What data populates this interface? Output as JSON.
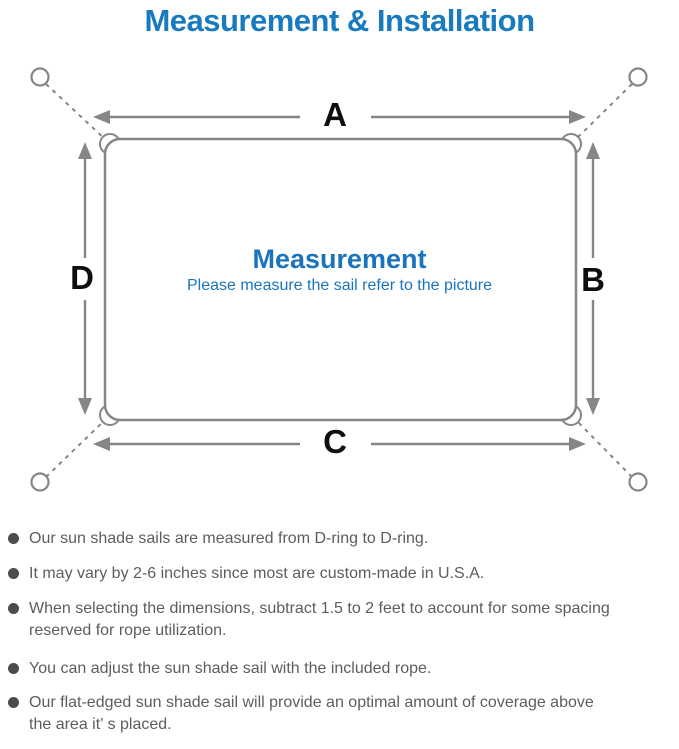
{
  "title": "Measurement & Installation",
  "colors": {
    "title_blue": "#187abf",
    "center_blue": "#1a74bd",
    "line_gray": "#868686",
    "text_gray": "#5d5d5d",
    "label_black": "#0e0e0e"
  },
  "diagram": {
    "labels": {
      "top": "A",
      "right": "B",
      "bottom": "C",
      "left": "D"
    },
    "center_title": "Measurement",
    "center_subtitle": "Please measure the sail refer to the picture"
  },
  "notes": [
    "Our sun shade sails are measured from D-ring to D-ring.",
    "It may vary by 2-6 inches since most are custom-made in U.S.A.",
    "When selecting the dimensions, subtract 1.5 to 2 feet to account for some spacing\nreserved for rope utilization.",
    "You can adjust the sun shade sail with the included rope.",
    "Our flat-edged sun shade sail will provide an optimal amount of coverage above\nthe area it’ s placed."
  ]
}
